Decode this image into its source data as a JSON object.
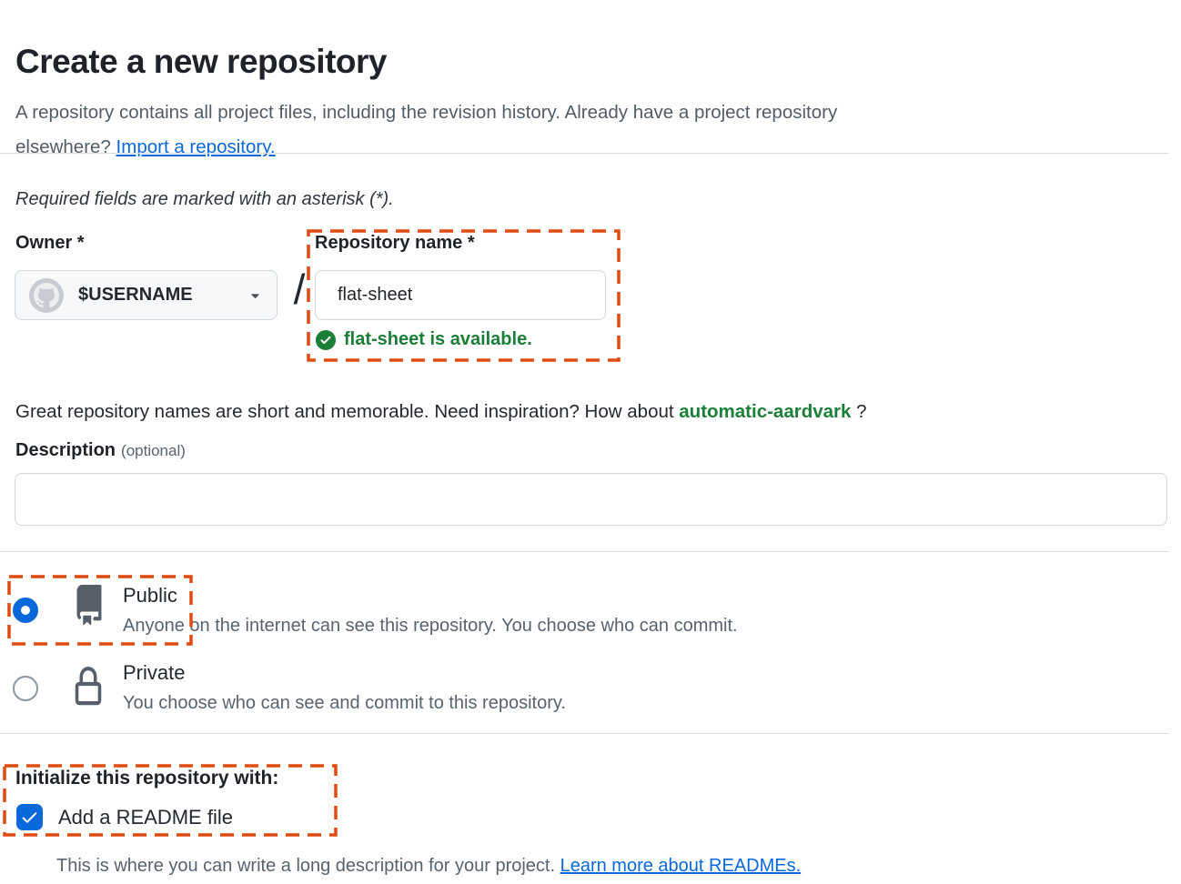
{
  "page": {
    "title": "Create a new repository",
    "intro": {
      "line1": "A repository contains all project files, including the revision history. Already have a project repository",
      "line2": "elsewhere? ",
      "import_link": "Import a repository."
    },
    "required_note": "Required fields are marked with an asterisk (*)."
  },
  "owner": {
    "label": "Owner *",
    "selected": "$USERNAME",
    "separator": "/"
  },
  "repo_name": {
    "label": "Repository name *",
    "value": "flat-sheet",
    "availability_message": "flat-sheet is available."
  },
  "suggestion": {
    "prefix": "Great repository names are short and memorable. Need inspiration? How about ",
    "name": "automatic-aardvark",
    "suffix": " ?"
  },
  "description": {
    "label": "Description",
    "optional": "(optional)",
    "value": ""
  },
  "visibility": {
    "public": {
      "label": "Public",
      "description": "Anyone on the internet can see this repository. You choose who can commit.",
      "selected": true
    },
    "private": {
      "label": "Private",
      "description": "You choose who can see and commit to this repository.",
      "selected": false
    }
  },
  "initialize": {
    "heading": "Initialize this repository with:",
    "readme": {
      "label": "Add a README file",
      "checked": true,
      "help_text": "This is where you can write a long description for your project. ",
      "help_link": "Learn more about READMEs."
    }
  },
  "colors": {
    "annotation_dash": "#e24a10",
    "link_blue": "#0969da",
    "success_green": "#1a7f37",
    "selected_blue": "#0969da",
    "border_gray": "#d0d7de",
    "muted_text": "#59636e"
  }
}
